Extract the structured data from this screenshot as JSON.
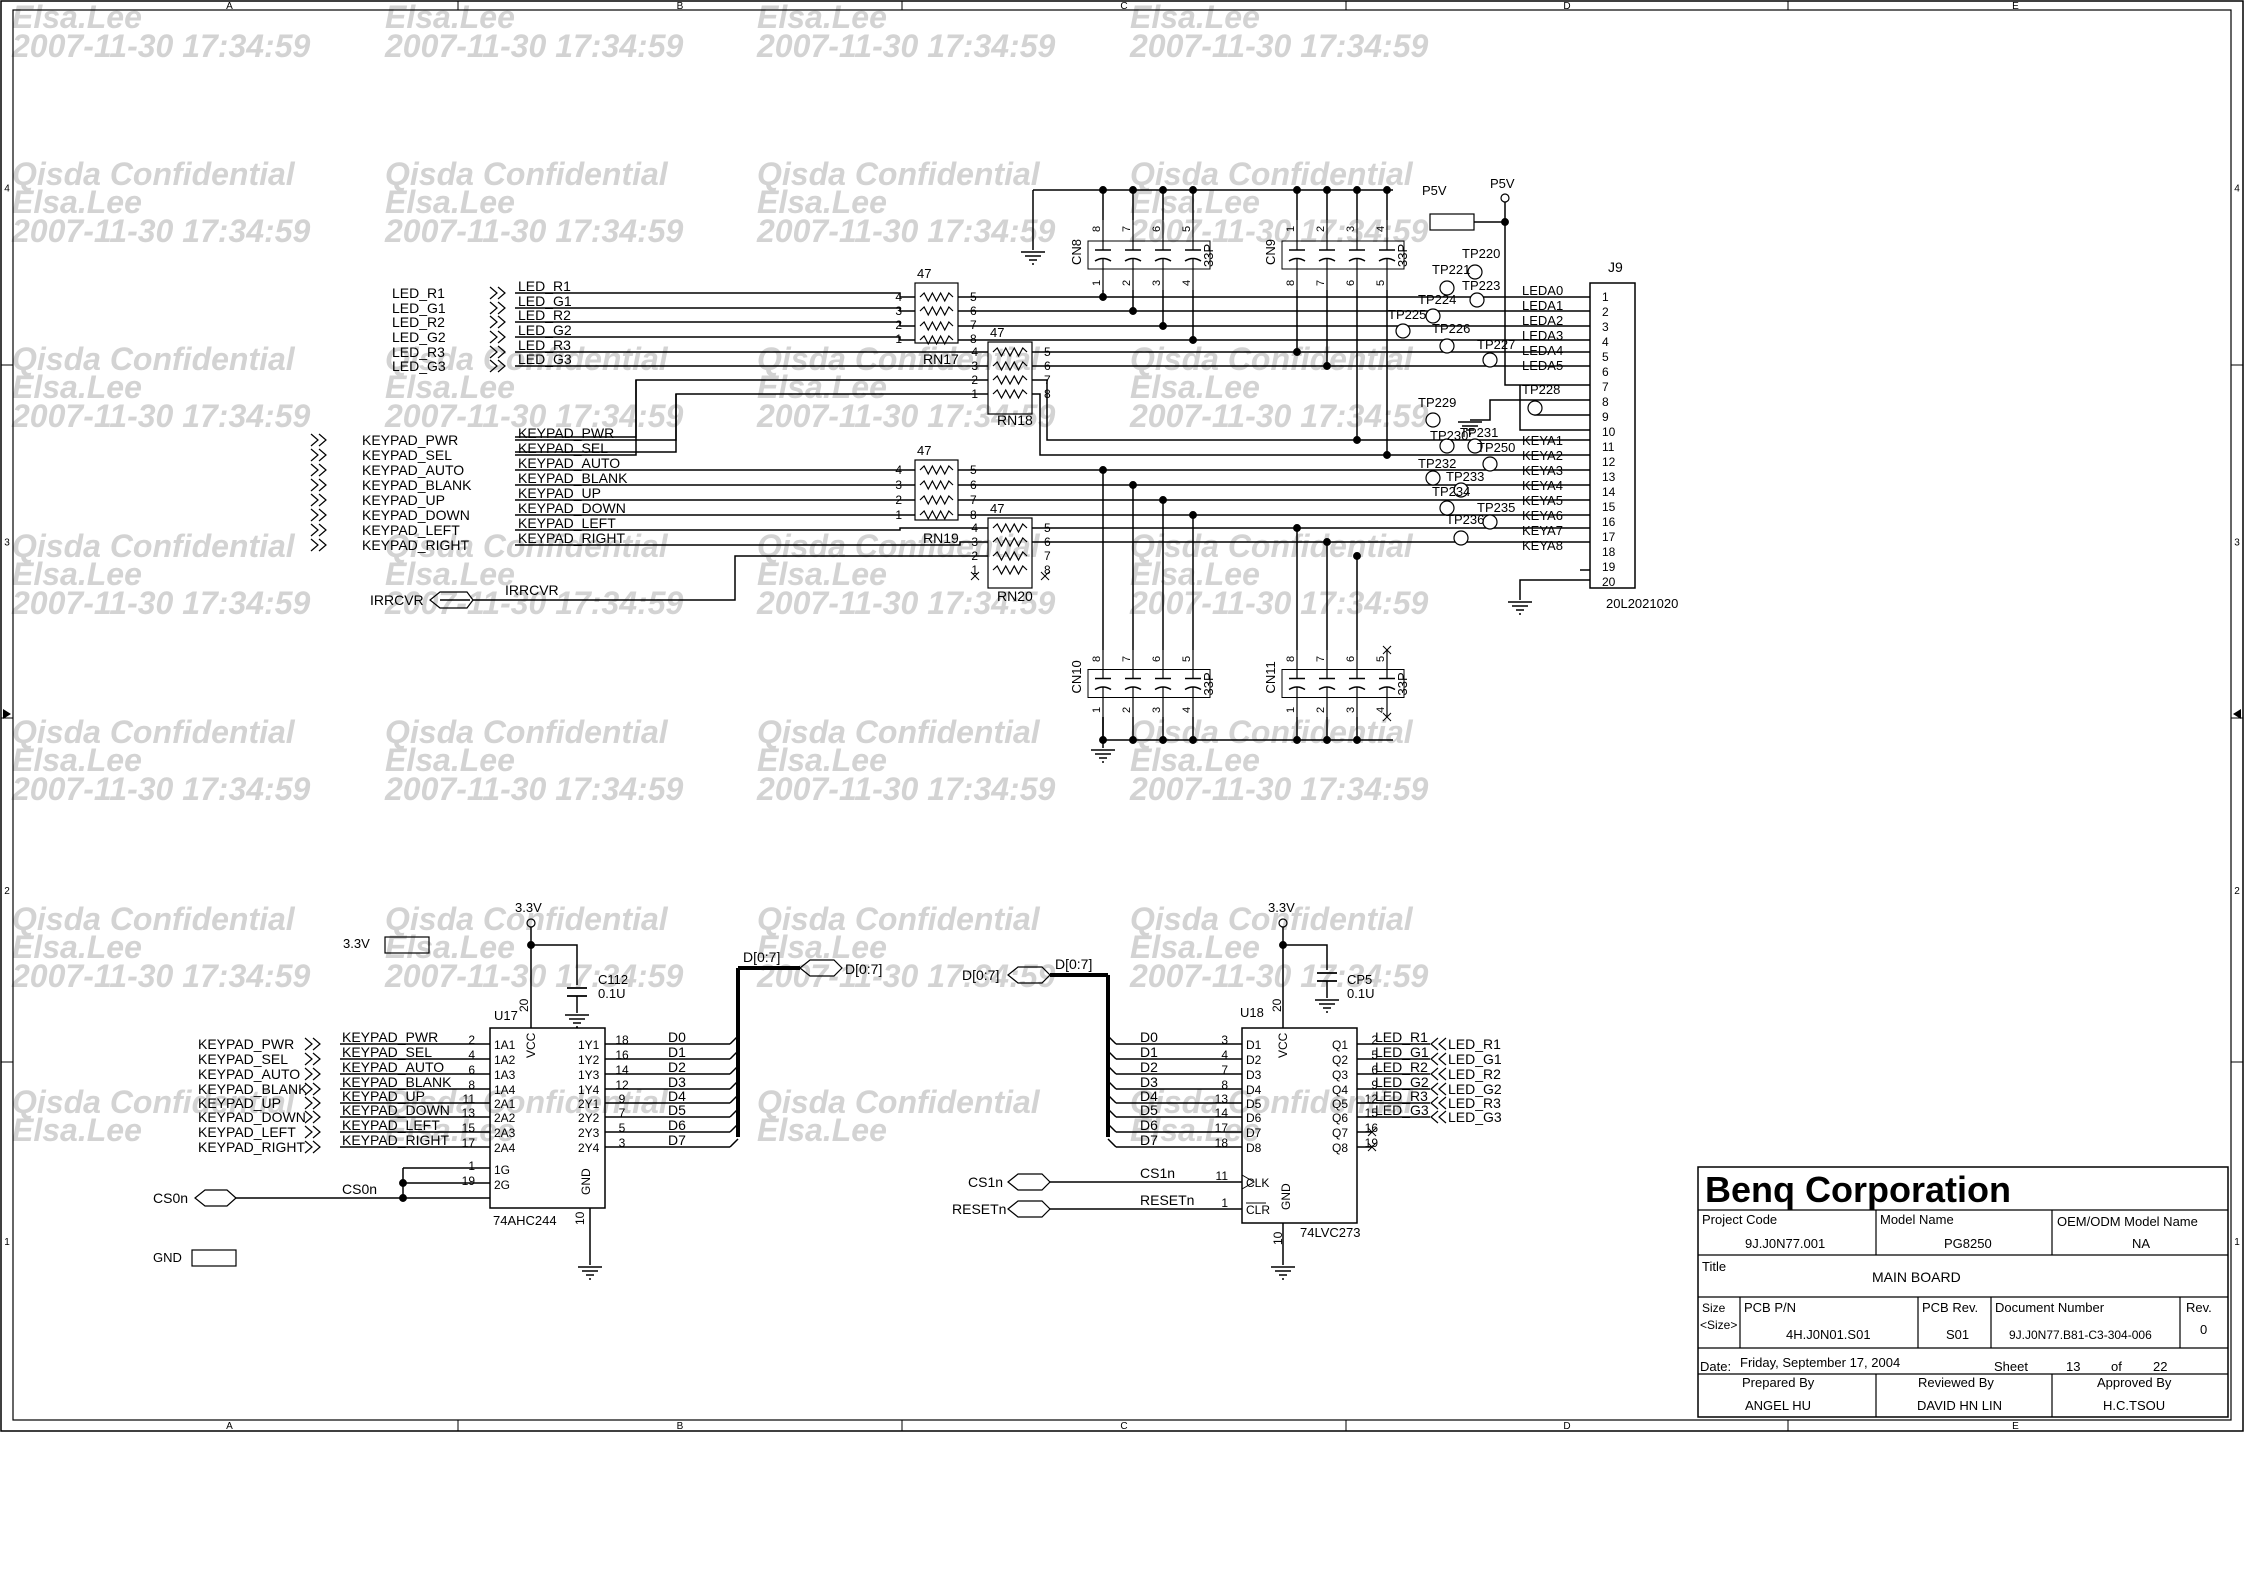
{
  "watermark": {
    "company": "Qisda Confidential",
    "user": "Elsa.Lee",
    "timestamp": "2007-11-30 17:34:59"
  },
  "border": {
    "columns": [
      "A",
      "B",
      "C",
      "D",
      "E"
    ],
    "rows": [
      "4",
      "3",
      "2",
      "1"
    ]
  },
  "power": {
    "p5v": "P5V",
    "v33": "3.3V",
    "gnd": "GND"
  },
  "led_inputs": [
    "LED_R1",
    "LED_G1",
    "LED_R2",
    "LED_G2",
    "LED_R3",
    "LED_G3"
  ],
  "keypad_inputs": [
    "KEYPAD_PWR",
    "KEYPAD_SEL",
    "KEYPAD_AUTO",
    "KEYPAD_BLANK",
    "KEYPAD_UP",
    "KEYPAD_DOWN",
    "KEYPAD_LEFT",
    "KEYPAD_RIGHT"
  ],
  "irrcvr": "IRRCVR",
  "resistor_networks": [
    {
      "ref": "RN17",
      "value": "47"
    },
    {
      "ref": "RN18",
      "value": "47"
    },
    {
      "ref": "RN19",
      "value": "47"
    },
    {
      "ref": "RN20",
      "value": "47"
    }
  ],
  "cap_networks": [
    {
      "ref": "CN8",
      "value": "33P"
    },
    {
      "ref": "CN9",
      "value": "33P"
    },
    {
      "ref": "CN10",
      "value": "33P"
    },
    {
      "ref": "CN11",
      "value": "33P"
    }
  ],
  "connector": {
    "ref": "J9",
    "part": "20L2021020",
    "pins": [
      "1",
      "2",
      "3",
      "4",
      "5",
      "6",
      "7",
      "8",
      "9",
      "10",
      "11",
      "12",
      "13",
      "14",
      "15",
      "16",
      "17",
      "18",
      "19",
      "20"
    ],
    "nets": [
      "LEDA0",
      "LEDA1",
      "LEDA2",
      "LEDA3",
      "LEDA4",
      "LEDA5",
      "KEYA1",
      "KEYA2",
      "KEYA3",
      "KEYA4",
      "KEYA5",
      "KEYA6",
      "KEYA7",
      "KEYA8"
    ]
  },
  "testpoints": [
    "TP220",
    "TP221",
    "TP223",
    "TP224",
    "TP225",
    "TP226",
    "TP227",
    "TP228",
    "TP229",
    "TP230",
    "TP231",
    "TP250",
    "TP232",
    "TP233",
    "TP234",
    "TP235",
    "TP236"
  ],
  "u17": {
    "ref": "U17",
    "part": "74AHC244",
    "left_pins": [
      "1A1",
      "1A2",
      "1A3",
      "1A4",
      "2A1",
      "2A2",
      "2A3",
      "2A4"
    ],
    "left_nums": [
      "2",
      "4",
      "6",
      "8",
      "11",
      "13",
      "15",
      "17"
    ],
    "right_pins": [
      "1Y1",
      "1Y2",
      "1Y3",
      "1Y4",
      "2Y1",
      "2Y2",
      "2Y3",
      "2Y4"
    ],
    "right_nums": [
      "18",
      "16",
      "14",
      "12",
      "9",
      "7",
      "5",
      "3"
    ],
    "enables": [
      "1G",
      "2G"
    ],
    "enable_nums": [
      "1",
      "19"
    ],
    "vcc": "VCC",
    "vcc_pin": "20",
    "gnd": "GND",
    "gnd_pin": "10",
    "cs_net": "CS0n"
  },
  "c112": {
    "ref": "C112",
    "value": "0.1U"
  },
  "cp5": {
    "ref": "CP5",
    "value": "0.1U"
  },
  "data_bus": "D[0:7]",
  "data_nets": [
    "D0",
    "D1",
    "D2",
    "D3",
    "D4",
    "D5",
    "D6",
    "D7"
  ],
  "u18": {
    "ref": "U18",
    "part": "74LVC273",
    "left_pins": [
      "D1",
      "D2",
      "D3",
      "D4",
      "D5",
      "D6",
      "D7",
      "D8"
    ],
    "left_nums": [
      "3",
      "4",
      "7",
      "8",
      "13",
      "14",
      "17",
      "18"
    ],
    "right_pins": [
      "Q1",
      "Q2",
      "Q3",
      "Q4",
      "Q5",
      "Q6",
      "Q7",
      "Q8"
    ],
    "right_nums": [
      "2",
      "5",
      "6",
      "9",
      "12",
      "15",
      "16",
      "19"
    ],
    "clk": "CLK",
    "clk_pin": "11",
    "clr": "CLR",
    "clr_pin": "1",
    "vcc": "VCC",
    "vcc_pin": "20",
    "gnd": "GND",
    "gnd_pin": "10",
    "cs_net": "CS1n",
    "reset_net": "RESETn"
  },
  "title_block": {
    "company": "Benq Corporation",
    "project_code_label": "Project Code",
    "project_code": "9J.J0N77.001",
    "model_name_label": "Model Name",
    "model_name": "PG8250",
    "oem_label": "OEM/ODM Model Name",
    "oem": "NA",
    "title_label": "Title",
    "title": "MAIN  BOARD",
    "size_label": "Size",
    "size": "<Size>",
    "pcb_pn_label": "PCB P/N",
    "pcb_pn": "4H.J0N01.S01",
    "pcb_rev_label": "PCB Rev.",
    "pcb_rev": "S01",
    "doc_number_label": "Document Number",
    "doc_number": "9J.J0N77.B81-C3-304-006",
    "rev_label": "Rev.",
    "rev": "0",
    "date_label": "Date:",
    "date": "Friday, September 17, 2004",
    "sheet_label": "Sheet",
    "sheet": "13",
    "of_label": "of",
    "total": "22",
    "prepared_label": "Prepared By",
    "prepared": "ANGEL HU",
    "reviewed_label": "Reviewed By",
    "reviewed": "DAVID HN LIN",
    "approved_label": "Approved By",
    "approved": "H.C.TSOU"
  }
}
